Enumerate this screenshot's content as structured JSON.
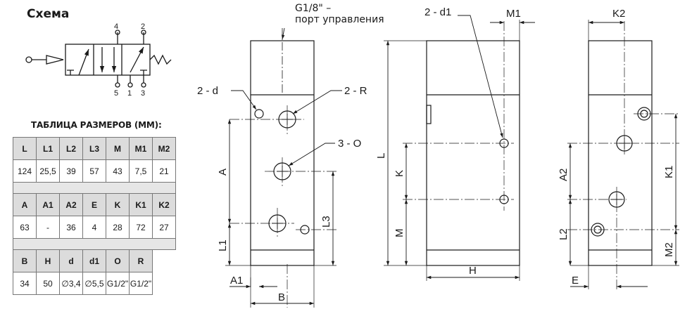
{
  "scheme_title": "Схема",
  "port_labels": {
    "p4": "4",
    "p2": "2",
    "p5": "5",
    "p1": "1",
    "p3": "3"
  },
  "table": {
    "title": "ТАБЛИЦА РАЗМЕРОВ (ММ):",
    "groups": [
      {
        "headers": [
          "L",
          "L1",
          "L2",
          "L3",
          "M",
          "M1",
          "M2"
        ],
        "values": [
          "124",
          "25,5",
          "39",
          "57",
          "43",
          "7,5",
          "21"
        ]
      },
      {
        "headers": [
          "A",
          "A1",
          "A2",
          "E",
          "K",
          "K1",
          "K2"
        ],
        "values": [
          "63",
          "-",
          "36",
          "4",
          "28",
          "72",
          "27"
        ]
      },
      {
        "headers": [
          "B",
          "H",
          "d",
          "d1",
          "O",
          "R"
        ],
        "values": [
          "34",
          "50",
          "∅3,4",
          "∅5,5",
          "G1/2\"",
          "G1/2\""
        ]
      }
    ]
  },
  "labels": {
    "control_port_1": "G1/8\" –",
    "control_port_2": "порт управления",
    "d": "2 - d",
    "R": "2 - R",
    "O": "3 - O",
    "A": "A",
    "L3": "L3",
    "L1": "L1",
    "A1": "A1",
    "B": "B",
    "d1": "2 - d1",
    "M1": "M1",
    "L": "L",
    "K": "K",
    "M": "M",
    "H": "H",
    "K2": "K2",
    "A2": "A2",
    "K1": "K1",
    "L2": "L2",
    "M2": "M2",
    "E": "E"
  }
}
